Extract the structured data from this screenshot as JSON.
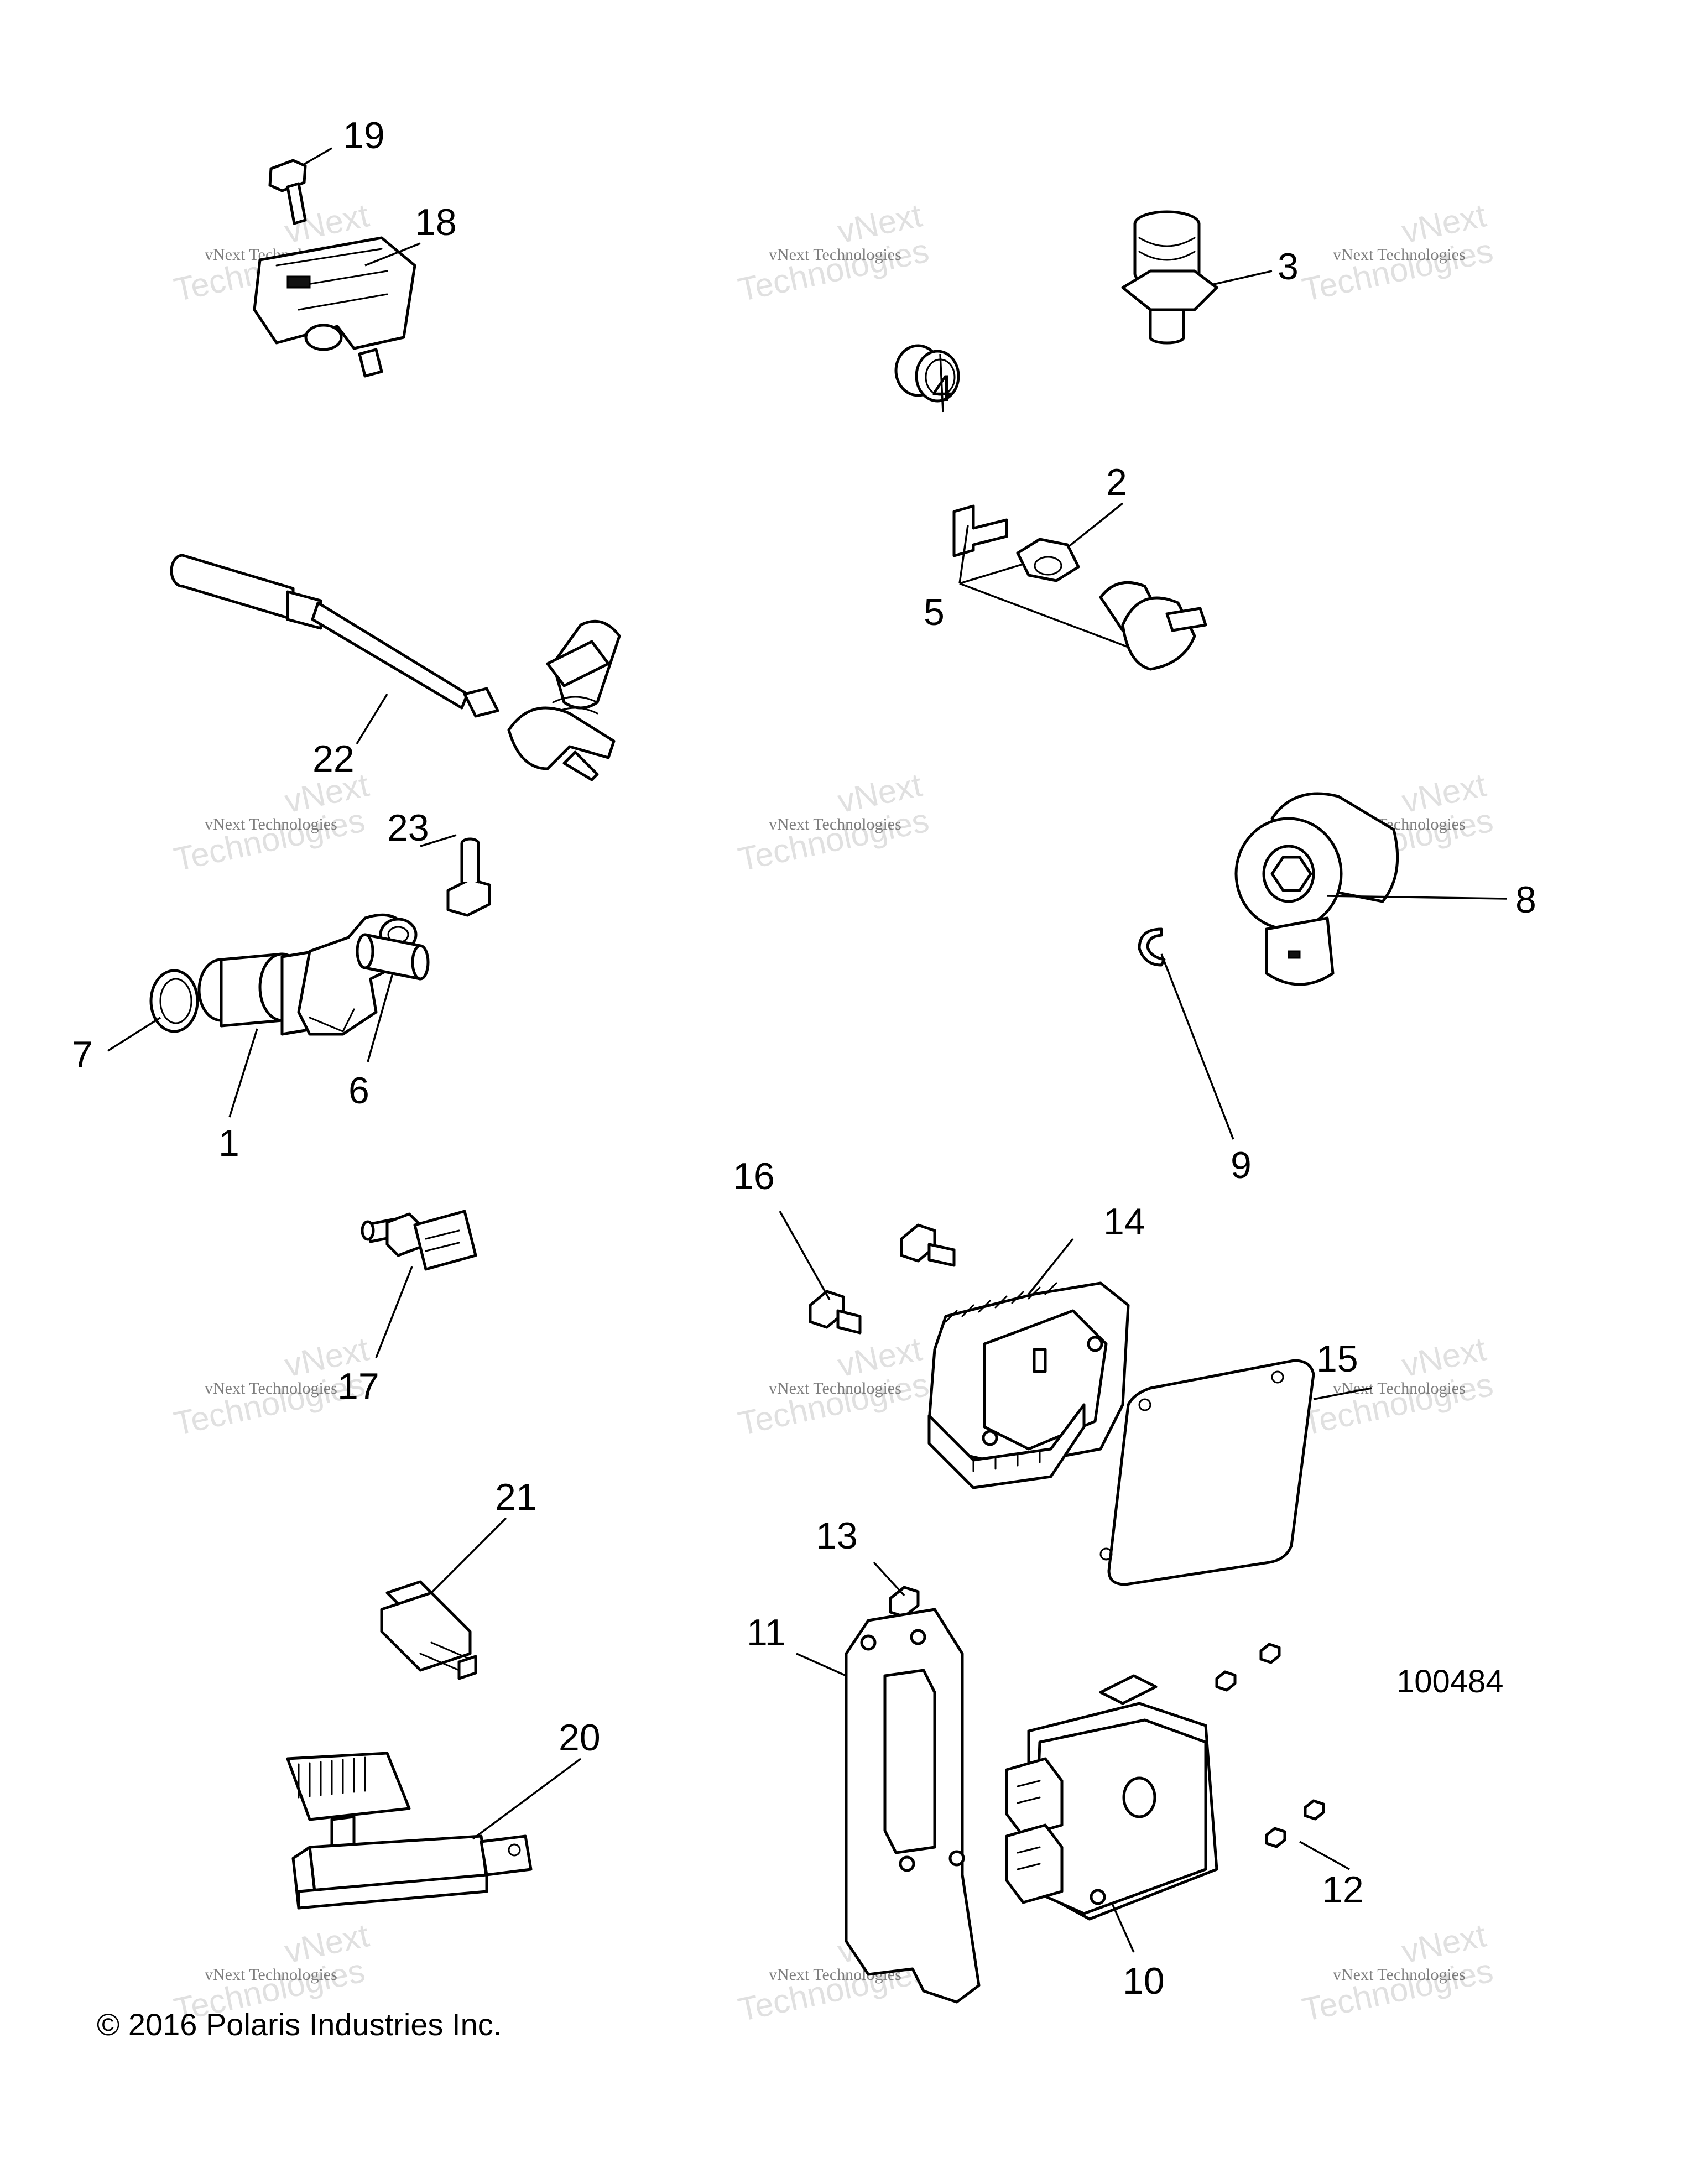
{
  "callouts": [
    "1",
    "2",
    "3",
    "4",
    "5",
    "6",
    "7",
    "8",
    "9",
    "10",
    "11",
    "12",
    "13",
    "14",
    "15",
    "16",
    "17",
    "18",
    "19",
    "20",
    "21",
    "22",
    "23"
  ],
  "watermark": {
    "line1": "vNext Technologies",
    "line2": "vNext",
    "line3": "Technologies"
  },
  "copyright": "© 2016 Polaris Industries Inc.",
  "reference_number": "100484"
}
